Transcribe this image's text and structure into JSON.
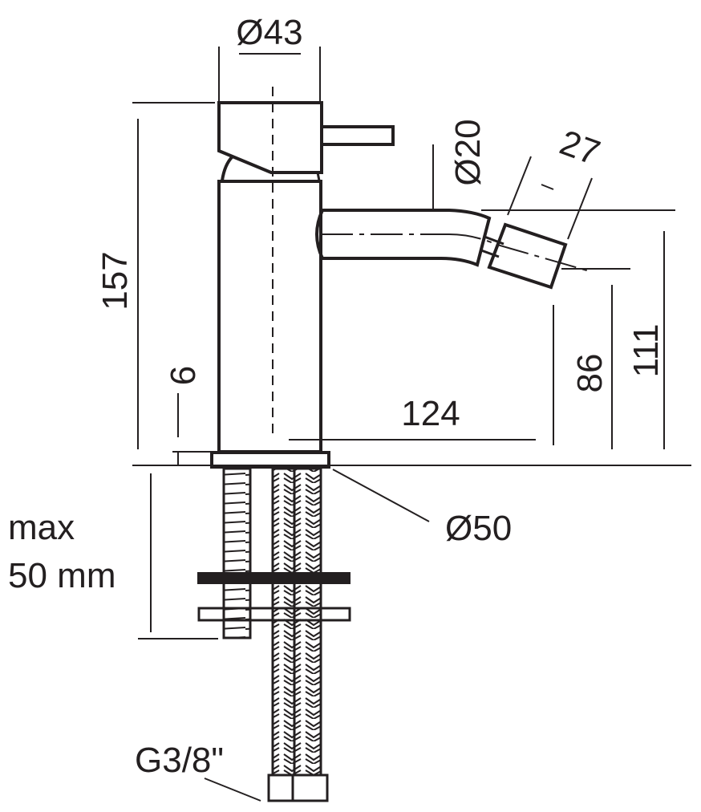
{
  "drawing": {
    "title": "Bidet mixer dimension drawing",
    "line_color": "#231f20",
    "dimensions": {
      "handle_diameter": "Ø43",
      "spout_diameter": "Ø20",
      "aerator_length": "27",
      "total_height": "157",
      "base_height": "6",
      "spout_reach": "124",
      "aerator_height": "86",
      "spout_height": "111",
      "base_diameter": "Ø50",
      "max_thickness_line1": "max",
      "max_thickness_line2": "50 mm",
      "connection_thread": "G3/8\""
    }
  }
}
